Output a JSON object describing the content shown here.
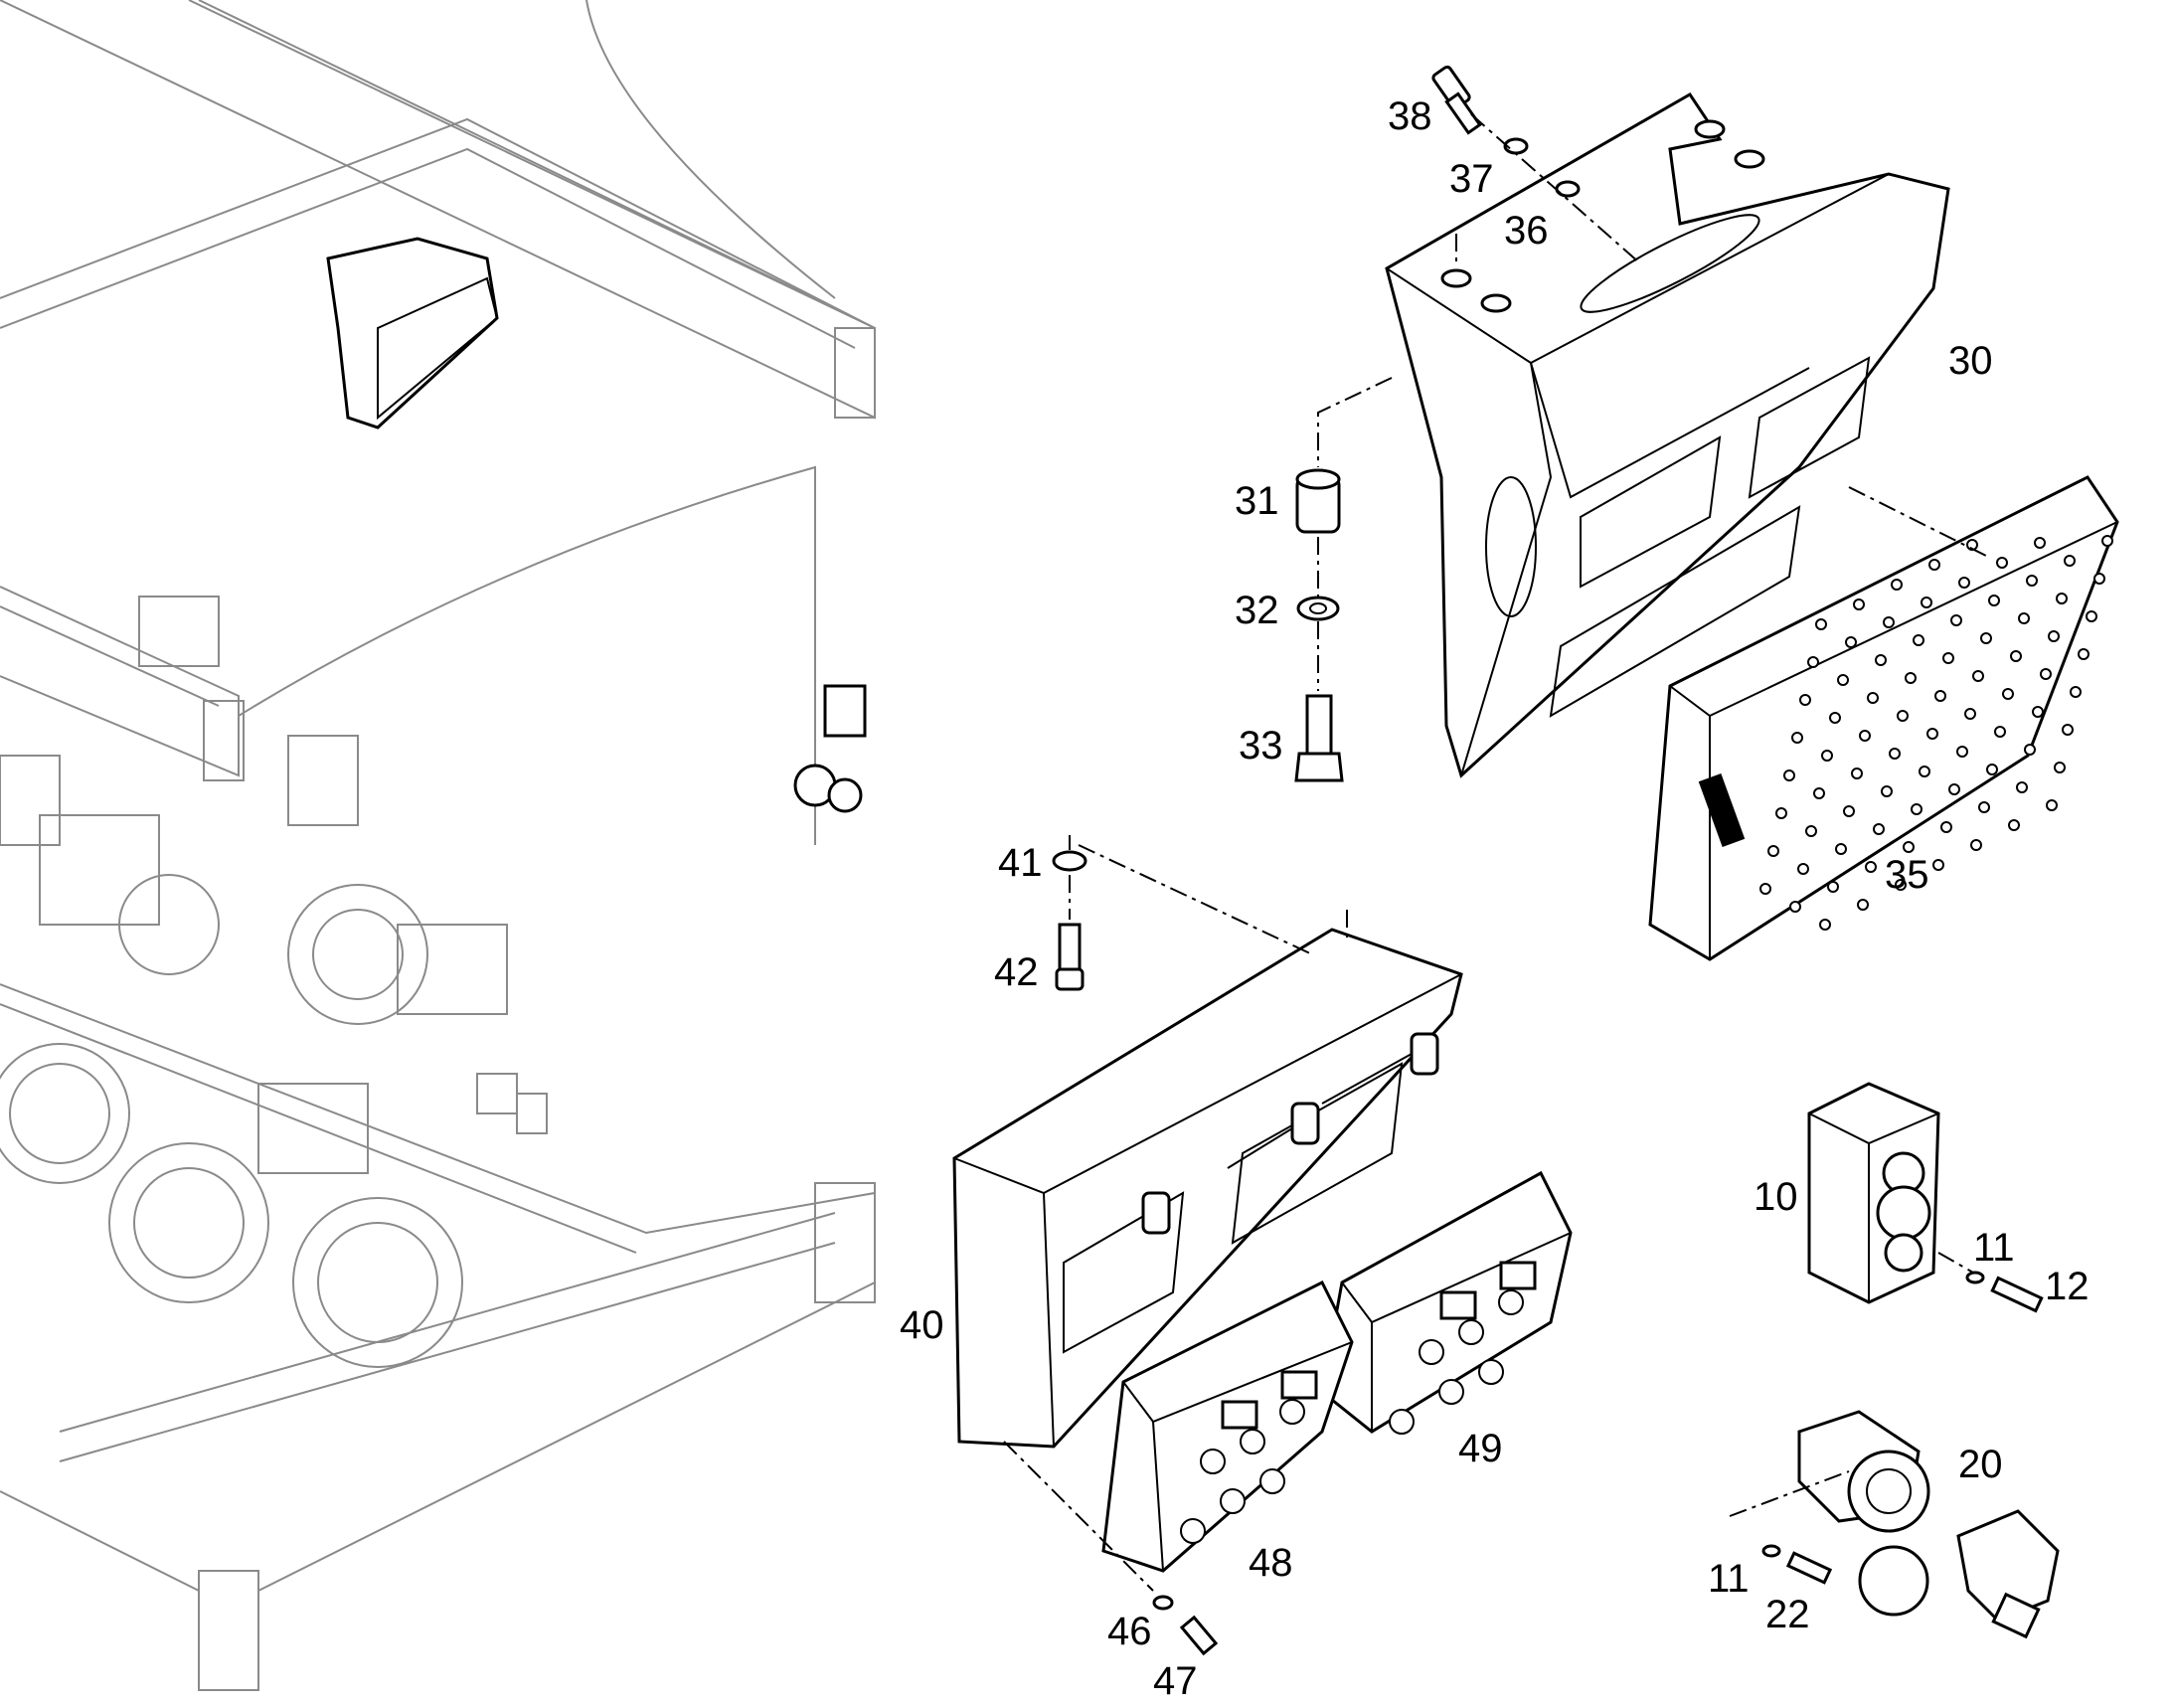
{
  "callouts": {
    "c10": "10",
    "c11a": "11",
    "c11b": "11",
    "c12": "12",
    "c20": "20",
    "c22": "22",
    "c30": "30",
    "c31": "31",
    "c32": "32",
    "c33": "33",
    "c35": "35",
    "c36": "36",
    "c37": "37",
    "c38": "38",
    "c40": "40",
    "c41": "41",
    "c42": "42",
    "c46": "46",
    "c47": "47",
    "c48": "48",
    "c49": "49"
  }
}
